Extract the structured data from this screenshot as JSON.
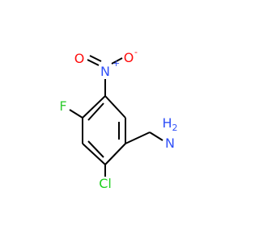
{
  "molecule": {
    "atoms": {
      "fluorine": {
        "text": "F",
        "color": "#33cc33"
      },
      "chlorine": {
        "text": "Cl",
        "color": "#1fd01f"
      },
      "nitro_nitrogen": {
        "text": "N",
        "color": "#3050f8",
        "charge": "+"
      },
      "nitro_oxygen_double": {
        "text": "O",
        "color": "#ff0d0d"
      },
      "nitro_oxygen_single": {
        "text": "O",
        "color": "#ff0d0d",
        "charge": "-"
      },
      "amine_nitrogen": {
        "text": "N",
        "color": "#3050f8"
      },
      "amine_hydrogens": {
        "text": "H",
        "subscript": "2",
        "color": "#3050f8"
      }
    },
    "bond_color": "#000000"
  }
}
